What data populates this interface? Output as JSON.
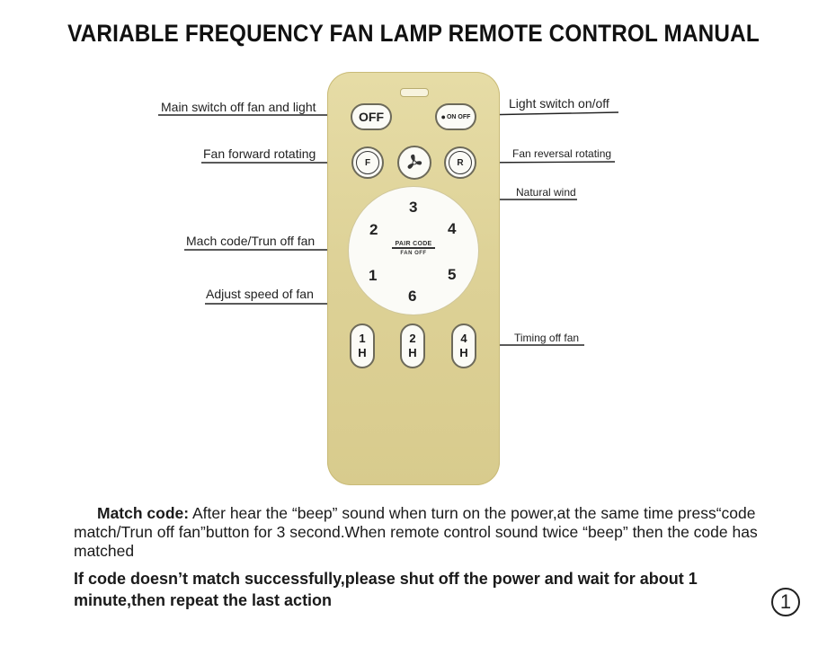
{
  "title": "VARIABLE FREQUENCY FAN LAMP REMOTE CONTROL MANUAL",
  "labels": {
    "main_switch": "Main switch off fan and light",
    "light_switch": "Light switch on/off",
    "fan_forward": "Fan forward rotating",
    "fan_reversal": "Fan reversal rotating",
    "natural_wind": "Natural wind",
    "match_code": "Mach code/Trun off fan",
    "adjust_speed": "Adjust speed of fan",
    "timing_off": "Timing off fan"
  },
  "remote": {
    "off_button": "OFF",
    "light_button": "ON OFF",
    "forward_button": "F",
    "reverse_button": "R",
    "pair_line1": "PAIR CODE",
    "pair_line2": "FAN OFF",
    "speeds": [
      "1",
      "2",
      "3",
      "4",
      "5",
      "6"
    ],
    "timers": [
      {
        "num": "1",
        "unit": "H"
      },
      {
        "num": "2",
        "unit": "H"
      },
      {
        "num": "4",
        "unit": "H"
      }
    ]
  },
  "instructions": {
    "match_lead": "Match code:",
    "match_text": " After hear the “beep” sound when turn on the power,at the same time press“code match/Trun off fan”button for 3 second.When remote control sound twice “beep” then the code has matched",
    "fail_text": "If code doesn’t match successfully,please shut off the power and wait for about 1 minute,then repeat the last action"
  },
  "page_number": "1"
}
